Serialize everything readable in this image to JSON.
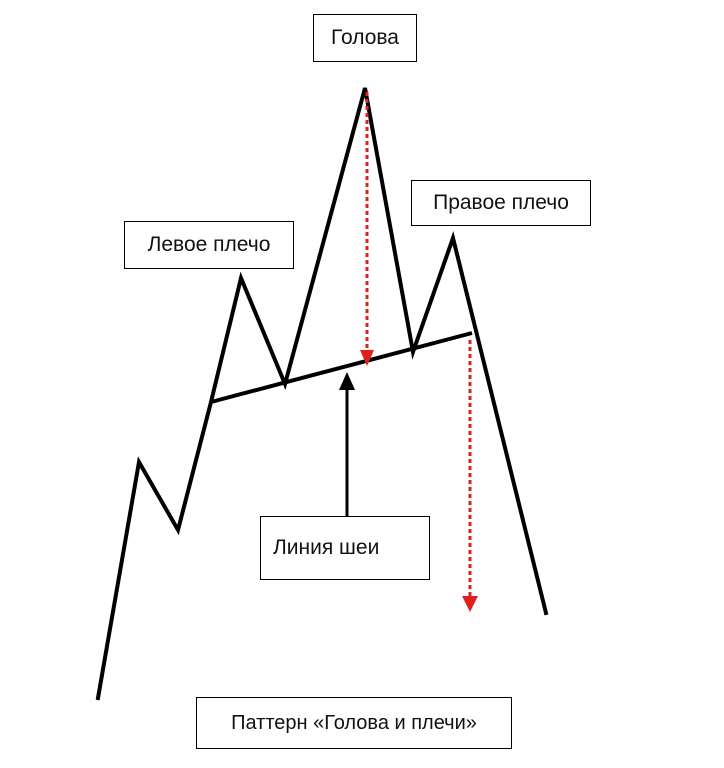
{
  "labels": {
    "head": "Голова",
    "left_shoulder": "Левое плечо",
    "right_shoulder": "Правое плечо",
    "neckline": "Линия шеи",
    "caption": "Паттерн «Голова и плечи»"
  },
  "colors": {
    "price_line": "#000000",
    "neckline": "#000000",
    "target_arrow": "#e0201b",
    "pointer_arrow": "#000000",
    "box_border": "#000000",
    "text": "#111111",
    "background": "#ffffff"
  }
}
